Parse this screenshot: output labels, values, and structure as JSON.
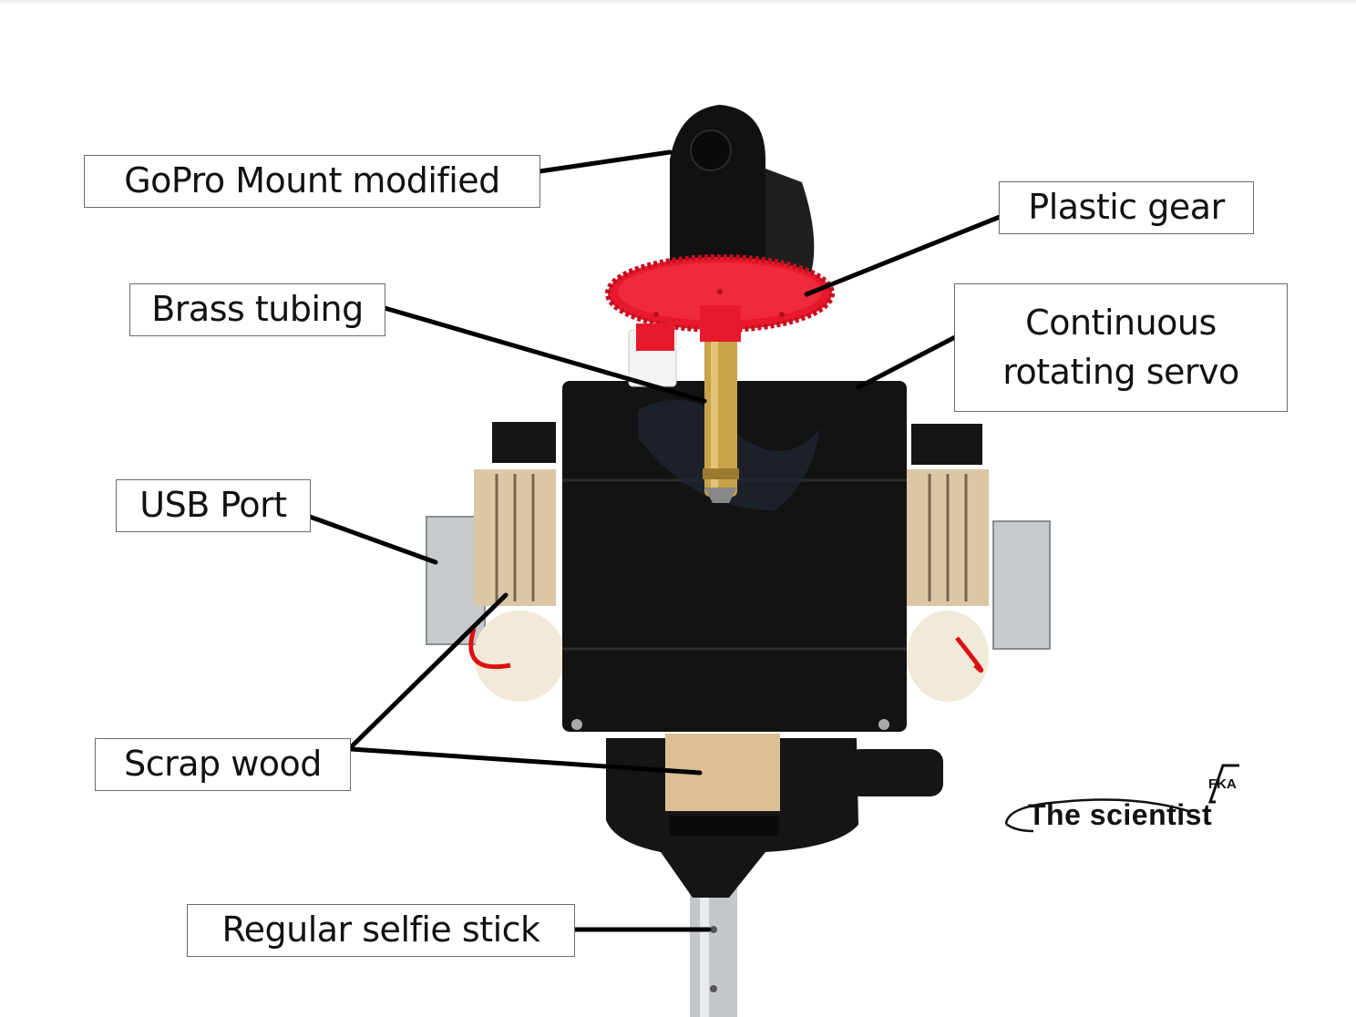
{
  "figure": {
    "subject": "Rotating GoPro selfie-stick mount",
    "colors": {
      "label_border": "#6b6b6b",
      "leader_line": "#000000",
      "servo_body": "#111111",
      "gear_red": "#e8192c",
      "brass": "#c9a24a",
      "wood": "#d8b98d",
      "metal": "#b9bcc0"
    }
  },
  "labels": [
    {
      "id": "gopro-mount",
      "text": "GoPro Mount modified"
    },
    {
      "id": "plastic-gear",
      "text": "Plastic gear"
    },
    {
      "id": "brass-tubing",
      "text": "Brass tubing"
    },
    {
      "id": "servo",
      "text": "Continuous\nrotating servo"
    },
    {
      "id": "usb-port",
      "text": "USB Port"
    },
    {
      "id": "scrap-wood",
      "text": "Scrap wood"
    },
    {
      "id": "selfie-stick",
      "text": "Regular selfie stick"
    }
  ],
  "logo": {
    "title": "The scientist",
    "mark": "FKA"
  }
}
